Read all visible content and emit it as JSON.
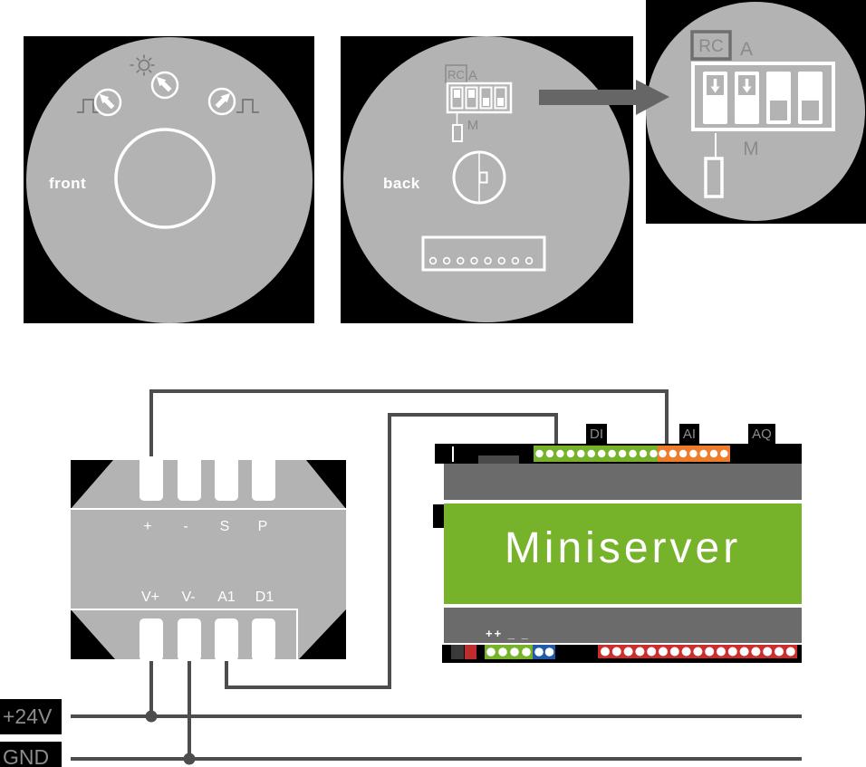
{
  "front_view": {
    "label": "front"
  },
  "back_view": {
    "label": "back",
    "rc_label": "RC",
    "a_label": "A",
    "m_label": "M",
    "dip_switches": [
      {
        "knob_position": "top",
        "printed_arrow": "down"
      },
      {
        "knob_position": "top",
        "printed_arrow": "down"
      },
      {
        "knob_position": "bottom",
        "printed_arrow": null
      },
      {
        "knob_position": "bottom",
        "printed_arrow": null
      }
    ],
    "connector_hole_count": 8
  },
  "detail_view": {
    "rc_label": "RC",
    "a_label": "A",
    "m_label": "M",
    "dip_switches": [
      {
        "knob_position": "top",
        "printed_arrow": "down"
      },
      {
        "knob_position": "top",
        "printed_arrow": "down"
      },
      {
        "knob_position": "bottom",
        "printed_arrow": null
      },
      {
        "knob_position": "bottom",
        "printed_arrow": null
      }
    ]
  },
  "sensor": {
    "top_terminals": [
      "+",
      "-",
      "S",
      "P"
    ],
    "bottom_terminals": [
      "V+",
      "V-",
      "A1",
      "D1"
    ]
  },
  "miniserver": {
    "name": "Miniserver",
    "io_labels": {
      "di": "DI",
      "ai": "AI",
      "aq": "AQ"
    },
    "di_dot_count": 12,
    "ai_dot_count": 7,
    "bottom_power_label": "++ _ _",
    "bottom_green_dot_count": 4,
    "bottom_blue_dot_count": 2,
    "bottom_red_dot_count": 17
  },
  "power_rails": {
    "positive": "+24V",
    "ground": "GND"
  },
  "wiring": [
    {
      "from": "sensor terminal + (top row)",
      "to": "Miniserver AI first input"
    },
    {
      "from": "sensor terminal A1 (bottom row)",
      "to": "Miniserver DI first input"
    },
    {
      "from": "sensor terminal V+",
      "to": "+24V rail"
    },
    {
      "from": "sensor terminal V-",
      "to": "GND rail"
    }
  ],
  "colors": {
    "background": "#ffffff",
    "panel_black": "#000000",
    "device_gray": "#b3b3b3",
    "icon_gray": "#7d7d7d",
    "label_gray": "#8c8c8c",
    "wire_gray": "#4d4d4d",
    "callout_arrow_gray": "#666666",
    "miniserver_body_gray": "#6b6b6b",
    "loxone_green": "#76b22a",
    "ai_orange": "#ee7c2b",
    "relay_red": "#cc2e2e",
    "link_blue": "#1f5ba8"
  }
}
